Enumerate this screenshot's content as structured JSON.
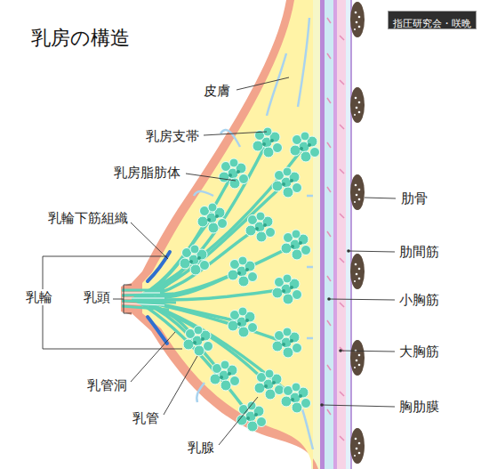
{
  "diagram": {
    "title": "乳房の構造",
    "nodes": [
      {
        "text": [
          "指圧研究会・咲晩"
        ]
      }
    ],
    "labels": [
      "皮膚",
      "乳房支帯",
      "乳房脂肪体",
      "乳輪下筋組織",
      "乳輪",
      "乳頭",
      "乳管洞",
      "乳管",
      "乳腺",
      "肋骨",
      "肋間筋",
      "小胸筋",
      "大胸筋",
      "胸肋膜"
    ]
  }
}
